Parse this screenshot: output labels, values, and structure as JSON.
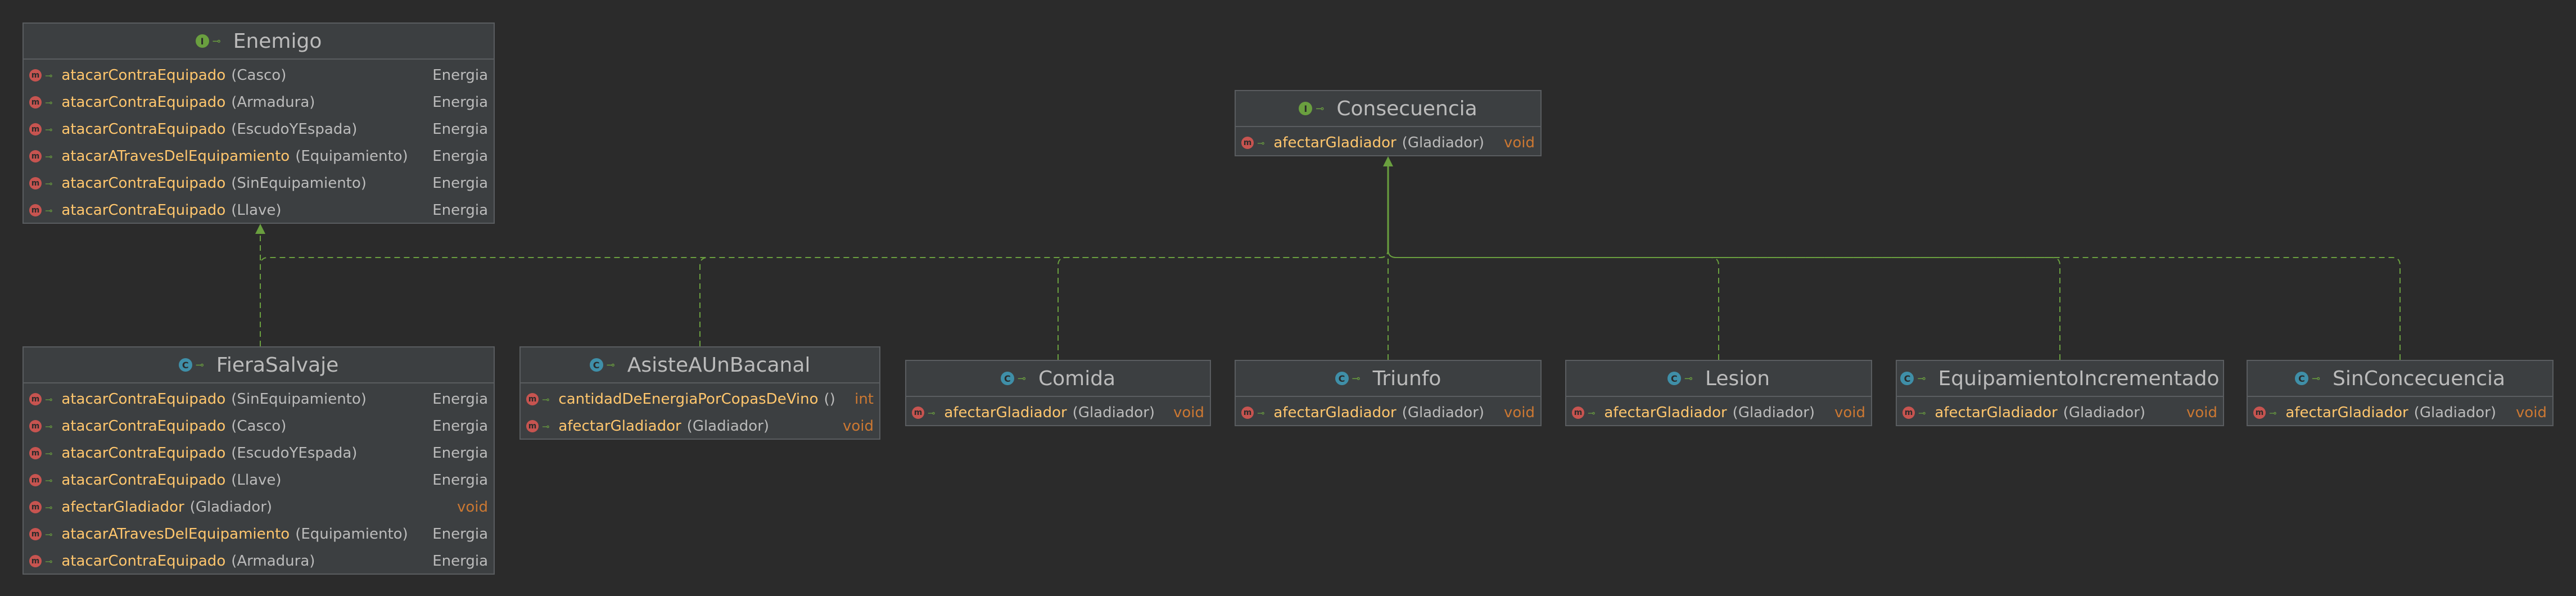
{
  "colors": {
    "background": "#2b2b2b",
    "node_fill": "#3c3f41",
    "node_border": "#5a5d60",
    "edge": "#6a9f3f",
    "method_name": "#ffc66d",
    "keyword": "#cc7832",
    "text": "#bbbbbb"
  },
  "icons": {
    "interface": "interface-icon",
    "class": "class-icon",
    "method": "method-icon",
    "public": "public-lock-icon"
  },
  "nodes": [
    {
      "id": "Enemigo",
      "kind": "interface",
      "title": "Enemigo",
      "methods": [
        {
          "name": "atacarContraEquipado",
          "params": "(Casco)",
          "ret": "Energia",
          "kw": false
        },
        {
          "name": "atacarContraEquipado",
          "params": "(Armadura)",
          "ret": "Energia",
          "kw": false
        },
        {
          "name": "atacarContraEquipado",
          "params": "(EscudoYEspada)",
          "ret": "Energia",
          "kw": false
        },
        {
          "name": "atacarATravesDelEquipamiento",
          "params": "(Equipamiento)",
          "ret": "Energia",
          "kw": false
        },
        {
          "name": "atacarContraEquipado",
          "params": "(SinEquipamiento)",
          "ret": "Energia",
          "kw": false
        },
        {
          "name": "atacarContraEquipado",
          "params": "(Llave)",
          "ret": "Energia",
          "kw": false
        }
      ]
    },
    {
      "id": "Consecuencia",
      "kind": "interface",
      "title": "Consecuencia",
      "methods": [
        {
          "name": "afectarGladiador",
          "params": "(Gladiador)",
          "ret": "void",
          "kw": true
        }
      ]
    },
    {
      "id": "FieraSalvaje",
      "kind": "class",
      "title": "FieraSalvaje",
      "methods": [
        {
          "name": "atacarContraEquipado",
          "params": "(SinEquipamiento)",
          "ret": "Energia",
          "kw": false
        },
        {
          "name": "atacarContraEquipado",
          "params": "(Casco)",
          "ret": "Energia",
          "kw": false
        },
        {
          "name": "atacarContraEquipado",
          "params": "(EscudoYEspada)",
          "ret": "Energia",
          "kw": false
        },
        {
          "name": "atacarContraEquipado",
          "params": "(Llave)",
          "ret": "Energia",
          "kw": false
        },
        {
          "name": "afectarGladiador",
          "params": "(Gladiador)",
          "ret": "void",
          "kw": true
        },
        {
          "name": "atacarATravesDelEquipamiento",
          "params": "(Equipamiento)",
          "ret": "Energia",
          "kw": false
        },
        {
          "name": "atacarContraEquipado",
          "params": "(Armadura)",
          "ret": "Energia",
          "kw": false
        }
      ]
    },
    {
      "id": "AsisteAUnBacanal",
      "kind": "class",
      "title": "AsisteAUnBacanal",
      "methods": [
        {
          "name": "cantidadDeEnergiaPorCopasDeVino",
          "params": "()",
          "ret": "int",
          "kw": true
        },
        {
          "name": "afectarGladiador",
          "params": "(Gladiador)",
          "ret": "void",
          "kw": true
        }
      ]
    },
    {
      "id": "Comida",
      "kind": "class",
      "title": "Comida",
      "methods": [
        {
          "name": "afectarGladiador",
          "params": "(Gladiador)",
          "ret": "void",
          "kw": true
        }
      ]
    },
    {
      "id": "Triunfo",
      "kind": "class",
      "title": "Triunfo",
      "methods": [
        {
          "name": "afectarGladiador",
          "params": "(Gladiador)",
          "ret": "void",
          "kw": true
        }
      ]
    },
    {
      "id": "Lesion",
      "kind": "class",
      "title": "Lesion",
      "methods": [
        {
          "name": "afectarGladiador",
          "params": "(Gladiador)",
          "ret": "void",
          "kw": true
        }
      ]
    },
    {
      "id": "EquipamientoIncrementado",
      "kind": "class",
      "title": "EquipamientoIncrementado",
      "methods": [
        {
          "name": "afectarGladiador",
          "params": "(Gladiador)",
          "ret": "void",
          "kw": true
        }
      ]
    },
    {
      "id": "SinConcecuencia",
      "kind": "class",
      "title": "SinConcecuencia",
      "methods": [
        {
          "name": "afectarGladiador",
          "params": "(Gladiador)",
          "ret": "void",
          "kw": true
        }
      ]
    }
  ],
  "edges": [
    {
      "from": "FieraSalvaje",
      "to": "Enemigo",
      "type": "implements"
    },
    {
      "from": "FieraSalvaje",
      "to": "Consecuencia",
      "type": "implements"
    },
    {
      "from": "AsisteAUnBacanal",
      "to": "Consecuencia",
      "type": "implements"
    },
    {
      "from": "Comida",
      "to": "Consecuencia",
      "type": "implements"
    },
    {
      "from": "Triunfo",
      "to": "Consecuencia",
      "type": "implements"
    },
    {
      "from": "Lesion",
      "to": "Consecuencia",
      "type": "implements"
    },
    {
      "from": "EquipamientoIncrementado",
      "to": "Consecuencia",
      "type": "implements"
    },
    {
      "from": "SinConcecuencia",
      "to": "Consecuencia",
      "type": "implements"
    }
  ]
}
